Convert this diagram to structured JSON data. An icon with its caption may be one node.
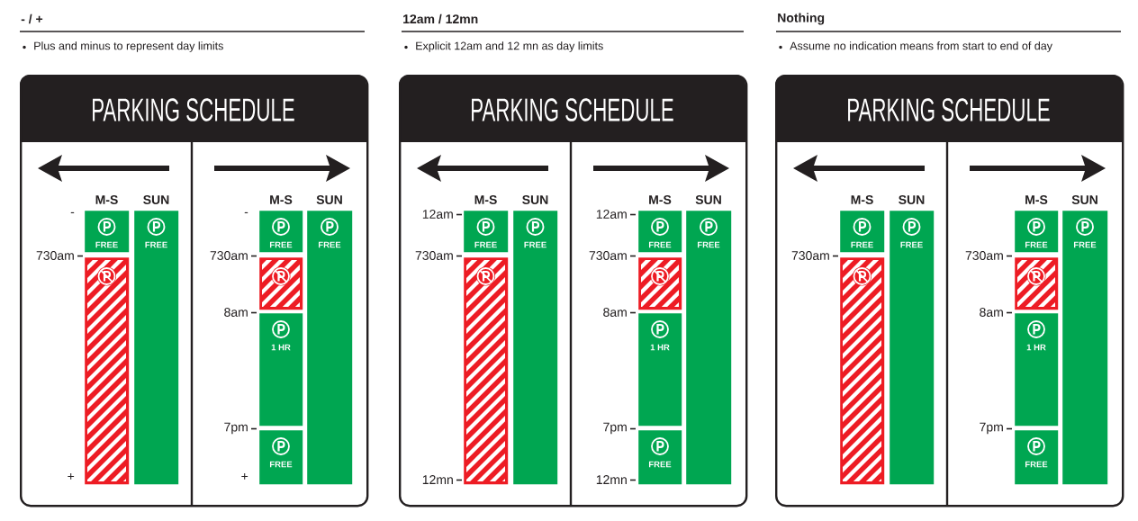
{
  "diagram": {
    "nodes": [
      {
        "text": [
          "PARKING SCHEDULE"
        ]
      },
      {
        "text": [
          "FREE"
        ],
        "in": 0
      },
      {
        "text": [],
        "shape": "bar",
        "in": 0
      },
      {
        "text": [
          "FREE"
        ],
        "in": 0
      },
      {
        "text": [
          "FREE"
        ],
        "in": 0
      },
      {
        "text": [],
        "shape": "bar",
        "in": 0
      },
      {
        "text": [
          "1 HR"
        ],
        "in": 0
      },
      {
        "text": [
          "FREE"
        ],
        "in": 0
      },
      {
        "text": [
          "FREE"
        ],
        "in": 0
      },
      {
        "text": [
          "PARKING SCHEDULE"
        ]
      },
      {
        "text": [
          "FREE"
        ],
        "in": 9
      },
      {
        "text": [],
        "shape": "bar",
        "in": 9
      },
      {
        "text": [
          "FREE"
        ],
        "in": 9
      },
      {
        "text": [
          "FREE"
        ],
        "in": 9
      },
      {
        "text": [],
        "shape": "bar",
        "in": 9
      },
      {
        "text": [
          "1 HR"
        ],
        "in": 9
      },
      {
        "text": [
          "FREE"
        ],
        "in": 9
      },
      {
        "text": [
          "FREE"
        ],
        "in": 9
      },
      {
        "text": [
          "PARKING SCHEDULE"
        ]
      },
      {
        "text": [
          "FREE"
        ],
        "in": 18
      },
      {
        "text": [],
        "shape": "bar",
        "in": 18
      },
      {
        "text": [
          "FREE"
        ],
        "in": 18
      },
      {
        "text": [
          "FREE"
        ],
        "in": 18
      },
      {
        "text": [],
        "shape": "bar",
        "in": 18
      },
      {
        "text": [
          "1 HR"
        ],
        "in": 18
      },
      {
        "text": [
          "FREE"
        ],
        "in": 18
      },
      {
        "text": [
          "FREE"
        ],
        "in": 18
      }
    ],
    "labels": [
      "- / +",
      "Plus and minus to represent day limits",
      "M-S",
      "SUN",
      "-",
      "730am",
      "+",
      "M-S",
      "SUN",
      "-",
      "730am",
      "8am",
      "7pm",
      "+",
      "12am / 12mn",
      "Explicit 12am and 12 mn as day limits",
      "M-S",
      "SUN",
      "12am",
      "730am",
      "12mn",
      "M-S",
      "SUN",
      "12am",
      "730am",
      "8am",
      "7pm",
      "12mn",
      "Nothing",
      "Assume no indication means from start to end of day",
      "M-S",
      "SUN",
      "730am",
      "M-S",
      "SUN",
      "730am",
      "8am",
      "7pm"
    ]
  }
}
